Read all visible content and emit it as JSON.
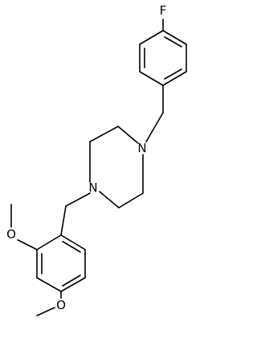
{
  "molecule": {
    "atom_labels": {
      "fluorine": "F",
      "nitrogen_top": "N",
      "nitrogen_bottom": "N",
      "oxygen_upper": "O",
      "oxygen_lower": "O"
    }
  }
}
